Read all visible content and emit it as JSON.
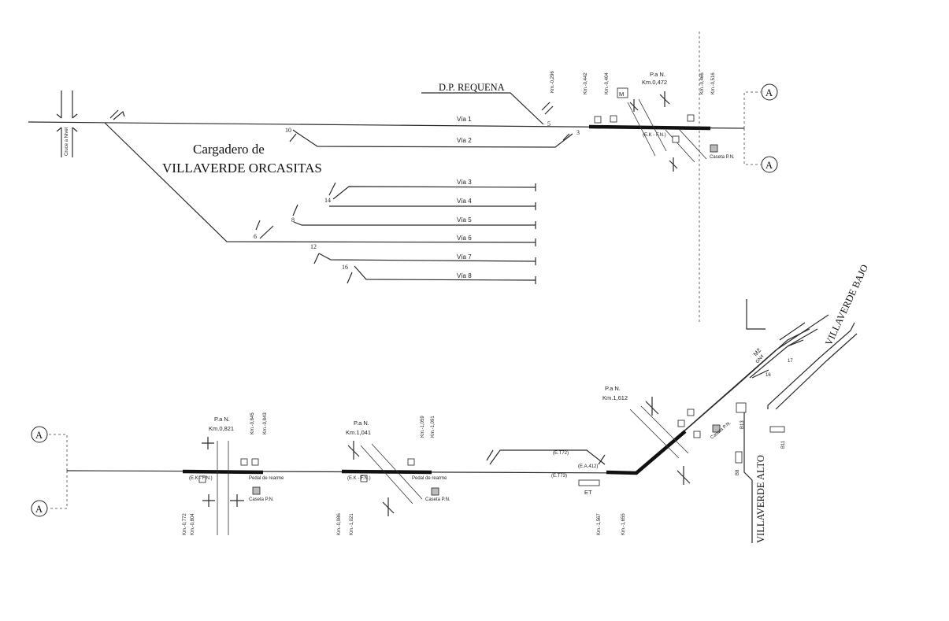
{
  "title": {
    "line1": "Cargadero de",
    "line2": "VILLAVERDE ORCASITAS"
  },
  "labels": {
    "dp_requena": "D.P. REQUENA",
    "cruce_nivel": "Cruce a Nivel",
    "villaverde_alto": "VILLAVERDE ALTO",
    "villaverde_bajo": "VILLAVERDE BAJO",
    "connector": "A",
    "m_box": "M",
    "pan": "P.a N.",
    "caseta": "Caseta P.N.",
    "pedal": "Pedal de rearme",
    "et": "ET",
    "m2": "M2",
    "code_gn": "GN4"
  },
  "tracks": [
    "Vía 1",
    "Vía 2",
    "Vía 3",
    "Vía 4",
    "Vía 5",
    "Vía 6",
    "Vía 7",
    "Vía 8"
  ],
  "switches": {
    "s5": "5",
    "s3": "3",
    "s10": "10",
    "s14": "14",
    "s8": "8",
    "s6": "6",
    "s12": "12",
    "s16": "16",
    "s17": "17",
    "s16b": "16"
  },
  "crossings": {
    "c1": "Km.0,472",
    "c2": "Km.0,821",
    "c3": "Km.1,041",
    "c4": "Km.1,612"
  },
  "km": {
    "k1": "Km.-0,296",
    "k2": "Km.-0,442",
    "k3": "Km.-0,404",
    "k4": "Km.-0,466",
    "k5": "Km.-0,516",
    "k6": "Km.-0,772",
    "k7": "Km.-0,804",
    "k8": "Km.-0,845",
    "k9": "Km.-0,843",
    "k10": "Km.-0,986",
    "k11": "Km.-1,021",
    "k12": "Km.-1,059",
    "k13": "Km.-1,091",
    "k14": "Km.-1,567",
    "k15": "Km.-1,655"
  },
  "signals": {
    "ek": "(E.K - F.N.)",
    "e772": "(E.T72)",
    "e773": "(E.T73)",
    "e412": "(E.A.412)",
    "b8": "B8",
    "b11": "B11",
    "b13": "B13"
  }
}
